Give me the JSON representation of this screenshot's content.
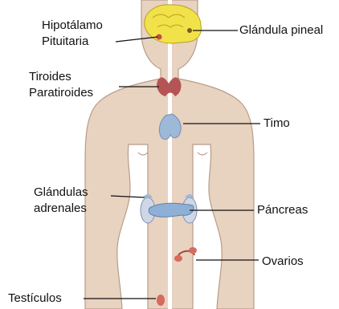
{
  "labels": {
    "hypothalamus": "Hipotálamo",
    "pituitary": "Pituitaria",
    "pineal": "Glándula pineal",
    "thyroid": "Tiroides",
    "parathyroid": "Paratiroides",
    "thymus": "Timo",
    "adrenal_1": "Glándulas",
    "adrenal_2": "adrenales",
    "pancreas": "Páncreas",
    "ovaries": "Ovarios",
    "testicles": "Testículos"
  },
  "colors": {
    "skin": "#e8d2c0",
    "skin_outline": "#b89c88",
    "brain": "#f2e24a",
    "thyroid": "#b55454",
    "thymus": "#9eb8d8",
    "pancreas": "#8fb0d6",
    "kidney": "#cfd6e6",
    "ovary": "#d66a5e",
    "divider": "#ffffff",
    "leader": "#111111"
  }
}
